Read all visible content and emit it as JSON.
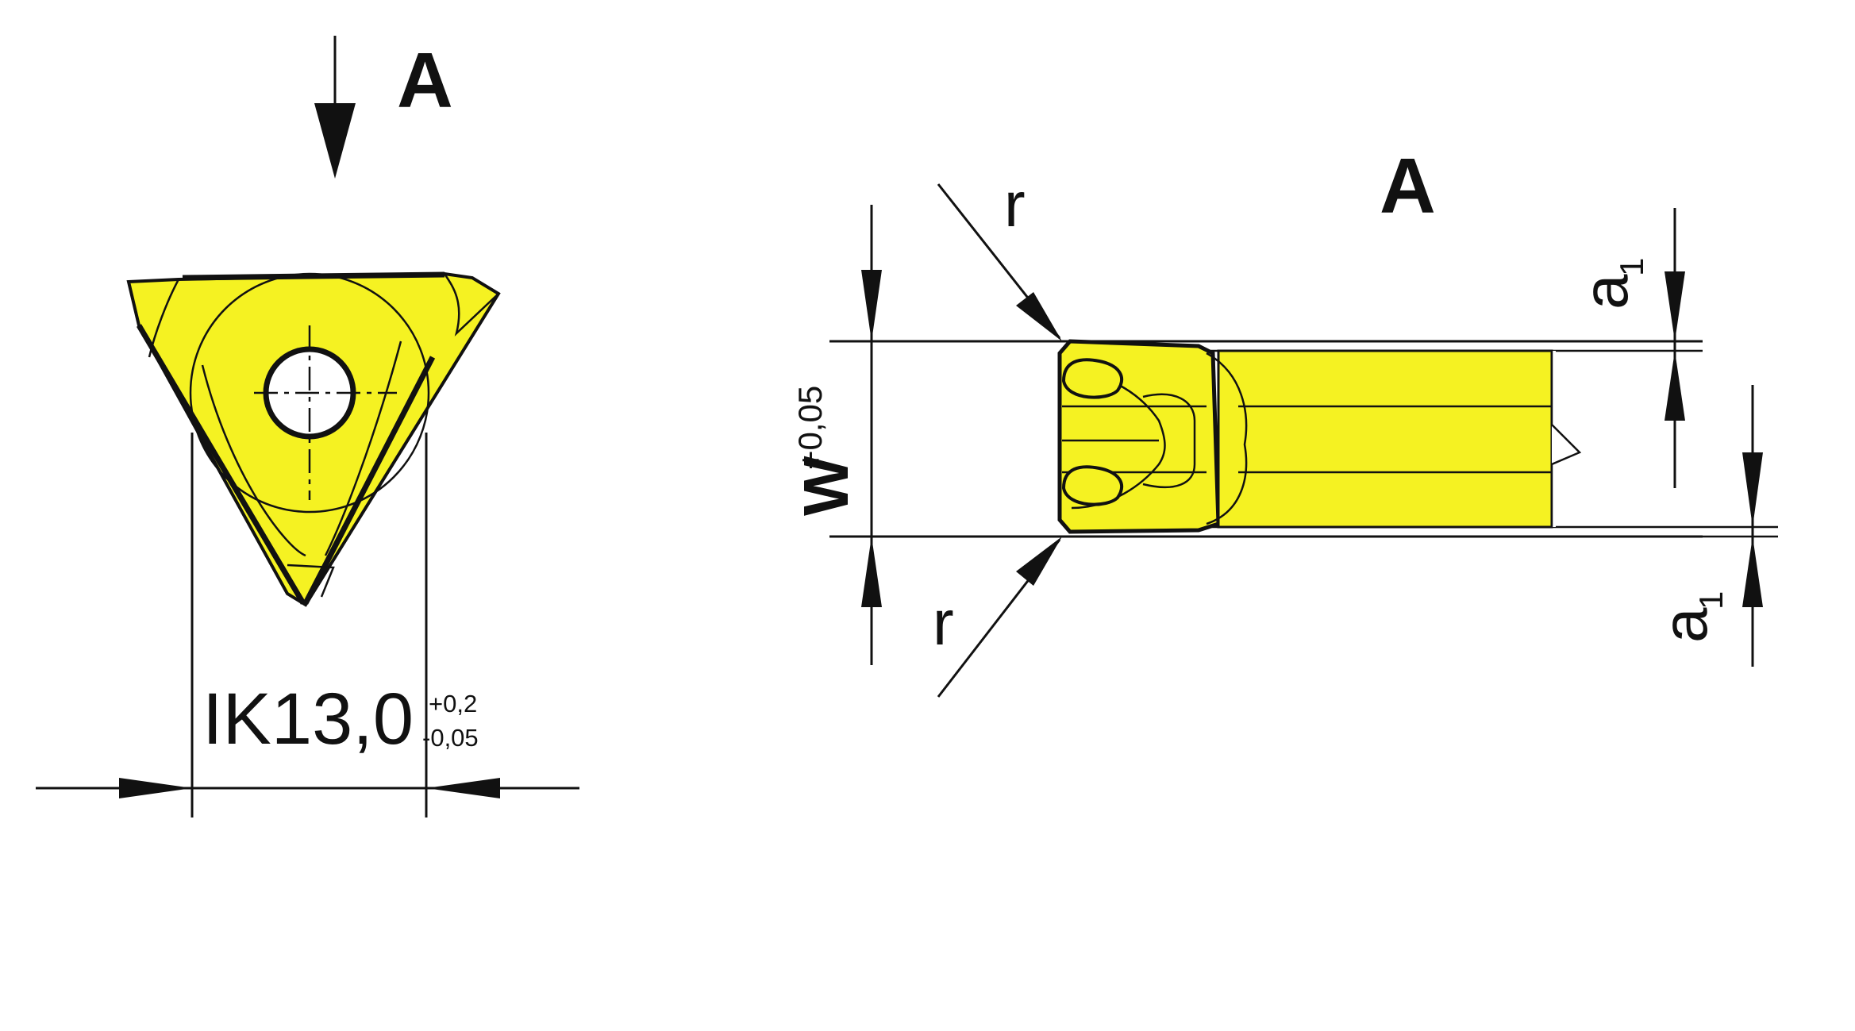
{
  "colors": {
    "insert_fill": "#f5f222",
    "line": "#111111",
    "background": "#ffffff"
  },
  "top_view": {
    "view_letter": "A",
    "dimension": {
      "value": "IK13,0",
      "tol_upper": "+0,2",
      "tol_lower": "-0,05"
    }
  },
  "side_view": {
    "title": "A",
    "width_label": "W",
    "width_tol": "+0,05",
    "radius_label_top": "r",
    "radius_label_bottom": "r",
    "a1_base_top": "a",
    "a1_sub_top": "1",
    "a1_base_bottom": "a",
    "a1_sub_bottom": "1"
  }
}
